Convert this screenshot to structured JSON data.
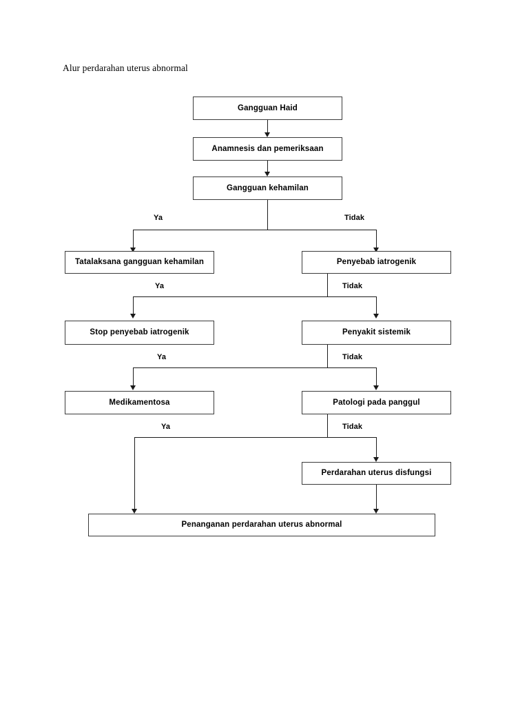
{
  "document": {
    "title": "Alur perdarahan uterus abnormal"
  },
  "flowchart": {
    "nodes": {
      "gangguan_haid": "Gangguan Haid",
      "anamnesis": "Anamnesis dan pemeriksaan",
      "gangguan_kehamilan": "Gangguan kehamilan",
      "tatalaksana_gangguan_kehamilan": "Tatalaksana gangguan kehamilan",
      "penyebab_iatrogenik": "Penyebab iatrogenik",
      "stop_penyebab_iatrogenik": "Stop penyebab iatrogenik",
      "penyakit_sistemik": "Penyakit sistemik",
      "medikamentosa": "Medikamentosa",
      "patologi_pada_panggul": "Patologi pada panggul",
      "perdarahan_uterus_disfungsi": "Perdarahan uterus disfungsi",
      "penanganan": "Penanganan perdarahan uterus abnormal"
    },
    "branch_labels": {
      "ya_1": "Ya",
      "tidak_1": "Tidak",
      "ya_2": "Ya",
      "tidak_2": "Tidak",
      "ya_3": "Ya",
      "tidak_3": "Tidak",
      "ya_4": "Ya",
      "tidak_4": "Tidak"
    },
    "colors": {
      "box_border": "#3a3a3a",
      "connector": "#1a1a1a",
      "text": "#000000",
      "background": "#ffffff"
    }
  }
}
